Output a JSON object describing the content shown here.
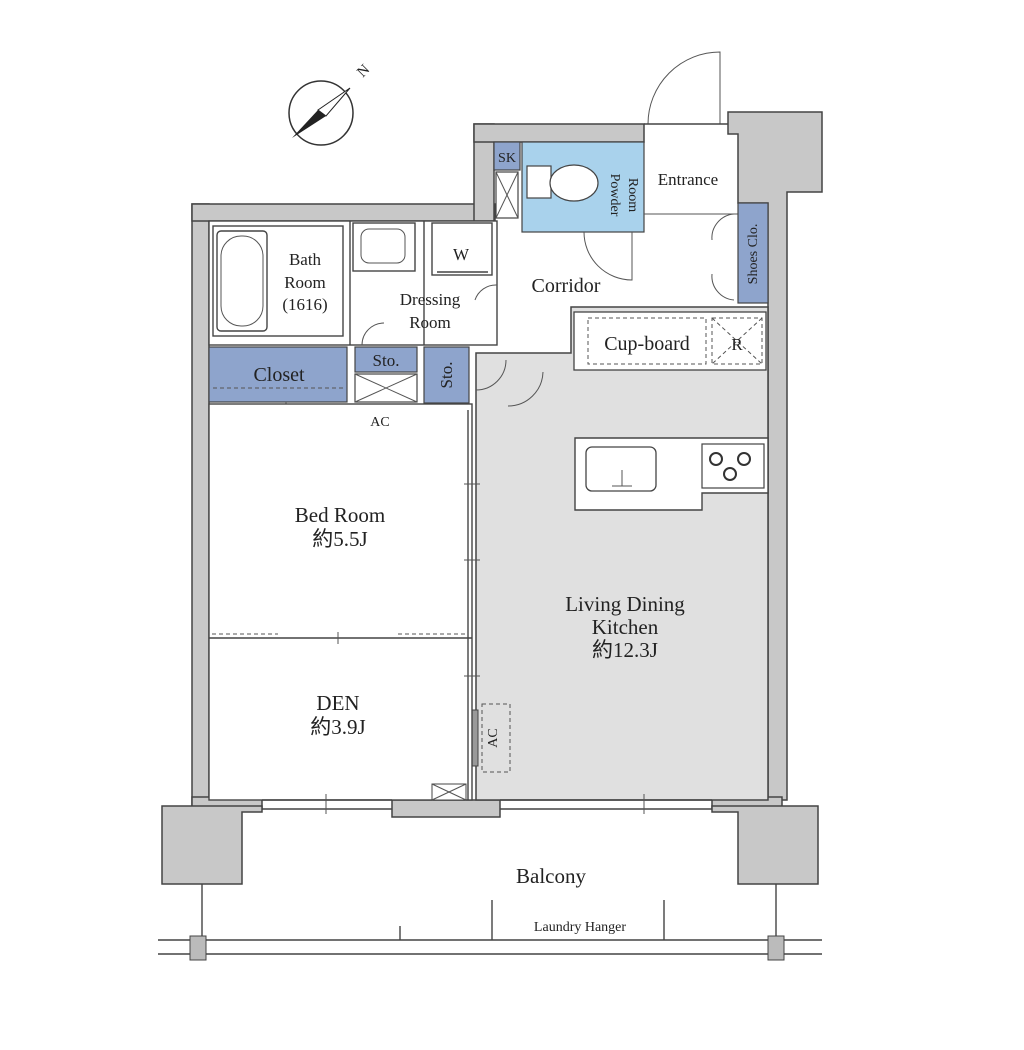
{
  "compass": {
    "north_label": "N"
  },
  "rooms": {
    "bath": {
      "line1": "Bath",
      "line2": "Room",
      "line3": "(1616)"
    },
    "dressing": {
      "line1": "Dressing",
      "line2": "Room"
    },
    "washer": "W",
    "corridor": "Corridor",
    "entrance": "Entrance",
    "powder": {
      "line1": "Powder",
      "line2": "Room"
    },
    "sk": "SK",
    "shoes": "Shoes Clo.",
    "cupboard": "Cup-board",
    "fridge": "R",
    "closet": "Closet",
    "storage_a": "Sto.",
    "storage_b": "Sto.",
    "ac_top": "AC",
    "ac_side": "AC",
    "bedroom": {
      "name": "Bed Room",
      "size": "約5.5J"
    },
    "den": {
      "name": "DEN",
      "size": "約3.9J"
    },
    "ldk": {
      "line1": "Living Dining",
      "line2": "Kitchen",
      "size": "約12.3J"
    },
    "balcony": "Balcony",
    "laundry": "Laundry Hanger"
  },
  "colors": {
    "wall": "#c8c8c8",
    "ldk_floor": "#e0e0e0",
    "storage_blue": "#8ea4cc",
    "powder_blue": "#a9d2ec"
  }
}
